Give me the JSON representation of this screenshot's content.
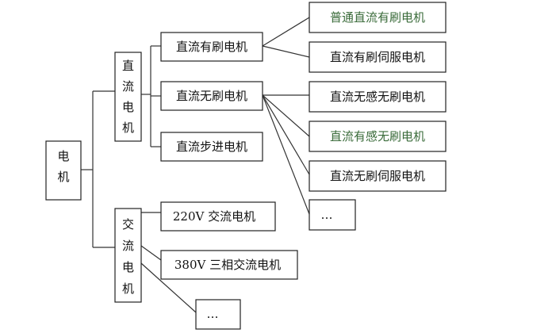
{
  "root": {
    "chars": [
      "电",
      "机"
    ]
  },
  "groups": {
    "dc": {
      "chars": [
        "直",
        "流",
        "电",
        "机"
      ],
      "brushed": {
        "label": "直流有刷电机",
        "children": [
          "普通直流有刷电机",
          "直流有刷伺服电机"
        ]
      },
      "brushless": {
        "label": "直流无刷电机",
        "children": [
          "直流无感无刷电机",
          "直流有感无刷电机",
          "直流无刷伺服电机",
          "…"
        ]
      },
      "stepper": {
        "label": "直流步进电机"
      }
    },
    "ac": {
      "chars": [
        "交",
        "流",
        "电",
        "机"
      ],
      "children": [
        "220V 交流电机",
        "380V 三相交流电机",
        "…"
      ]
    }
  },
  "colors": {
    "green_text": "#3a6b3a",
    "line": "#333333"
  }
}
